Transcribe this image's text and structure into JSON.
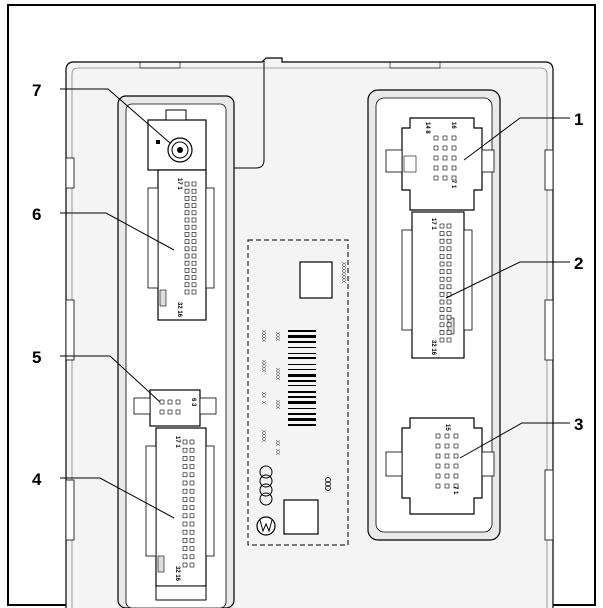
{
  "callouts": [
    {
      "id": "1",
      "text": "1"
    },
    {
      "id": "2",
      "text": "2"
    },
    {
      "id": "3",
      "text": "3"
    },
    {
      "id": "4",
      "text": "4"
    },
    {
      "id": "5",
      "text": "5"
    },
    {
      "id": "6",
      "text": "6"
    },
    {
      "id": "7",
      "text": "7"
    }
  ],
  "pin_labels": {
    "c6_top": "17  1",
    "c6_bot": "32 16",
    "c4_top": "17  1",
    "c4_bot": "32 16",
    "c5": "6 3",
    "c1_top": "14  8",
    "c1_mid": "16",
    "c1_bot": "7   1",
    "c2_top": "17  1",
    "c2_bot": "32 16",
    "c3_top": "15",
    "c3_bot": "7  1"
  },
  "label_codes": [
    "XXXXXXX",
    "XXXX",
    "XXX",
    "XXXX",
    "XXXX",
    "XX X",
    "XXX",
    "XXXX",
    "XX XX"
  ],
  "colors": {
    "line": "#000000",
    "housing_fill": "#f2f2f2",
    "background": "#ffffff"
  },
  "icons": [
    "audi-rings-icon",
    "vw-logo-icon"
  ]
}
